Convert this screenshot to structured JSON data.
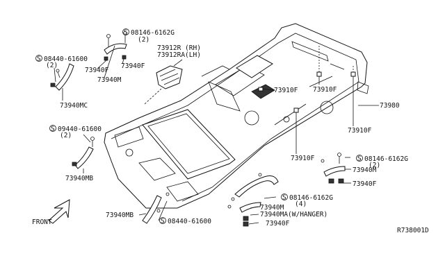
{
  "diagram": {
    "figure_id": "R738001D",
    "front_label": "FRONT",
    "labels": {
      "bolt_top": "08146-6162G",
      "bolt_top_qty": "(2)",
      "grip_73940f_a": "73940F",
      "grip_73940f_b": "73940F",
      "grip_73940m_top": "73940M",
      "visor_rh": "73912R (RH)",
      "visor_lh": "73912RA(LH)",
      "screw_left": "08440-61600",
      "screw_left_qty": "(2)",
      "grip_73940mc": "73940MC",
      "clip_center": "73910F",
      "clip_right_top": "73910F",
      "headlining": "73980",
      "clip_right_mid": "73910F",
      "screw_mid": "09440-61600",
      "screw_mid_qty": "(2)",
      "grip_73940mb_left": "73940MB",
      "clip_lower": "73910F",
      "bolt_right": "08146-6162G",
      "bolt_right_qty": "(2)",
      "grip_73940m_right": "73940M",
      "grip_73940f_right": "73940F",
      "bolt_bottom": "08146-6162G",
      "bolt_bottom_qty": "(4)",
      "grip_73940m_bottom": "73940M",
      "grip_73940ma": "73940MA(W/HANGER)",
      "grip_73940f_bottom": "73940F",
      "grip_73940mb_bottom": "73940MB",
      "screw_bottom": "08440-61600"
    }
  }
}
